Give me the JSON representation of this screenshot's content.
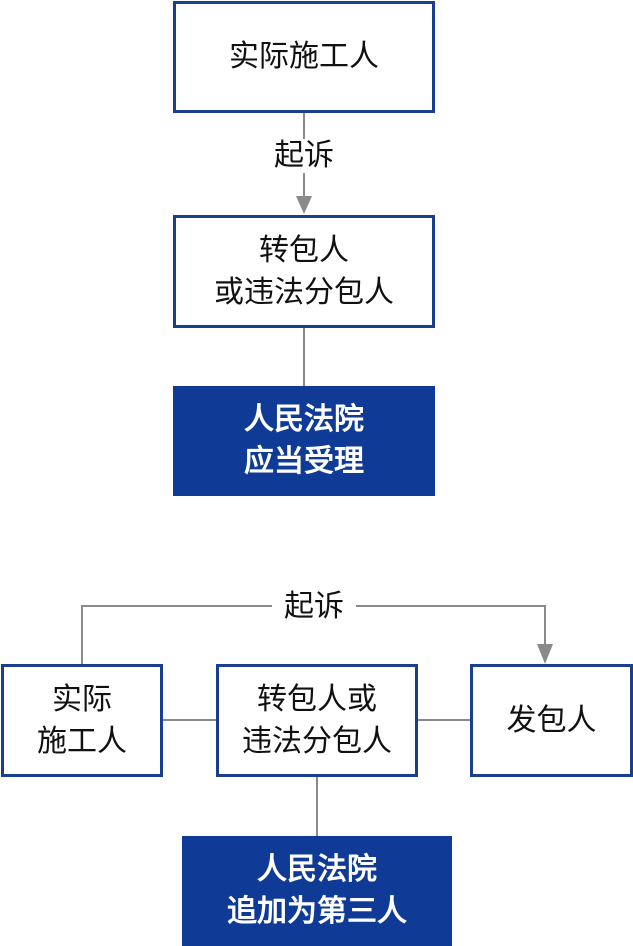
{
  "diagram_top": {
    "box_plaintiff": {
      "lines": [
        "实际施工人"
      ]
    },
    "edge_label": "起诉",
    "box_defendant": {
      "lines": [
        "转包人",
        "或违法分包人"
      ]
    },
    "box_court": {
      "lines": [
        "人民法院",
        "应当受理"
      ]
    }
  },
  "diagram_bottom": {
    "edge_label": "起诉",
    "box_plaintiff": {
      "lines": [
        "实际",
        "施工人"
      ]
    },
    "box_middle": {
      "lines": [
        "转包人或",
        "违法分包人"
      ]
    },
    "box_contractor": {
      "lines": [
        "发包人"
      ]
    },
    "box_court": {
      "lines": [
        "人民法院",
        "追加为第三人"
      ]
    }
  },
  "colors": {
    "box_border": "#1b3f8f",
    "box_fill_highlight": "#0f3b96",
    "connector": "#8a8a8a"
  }
}
